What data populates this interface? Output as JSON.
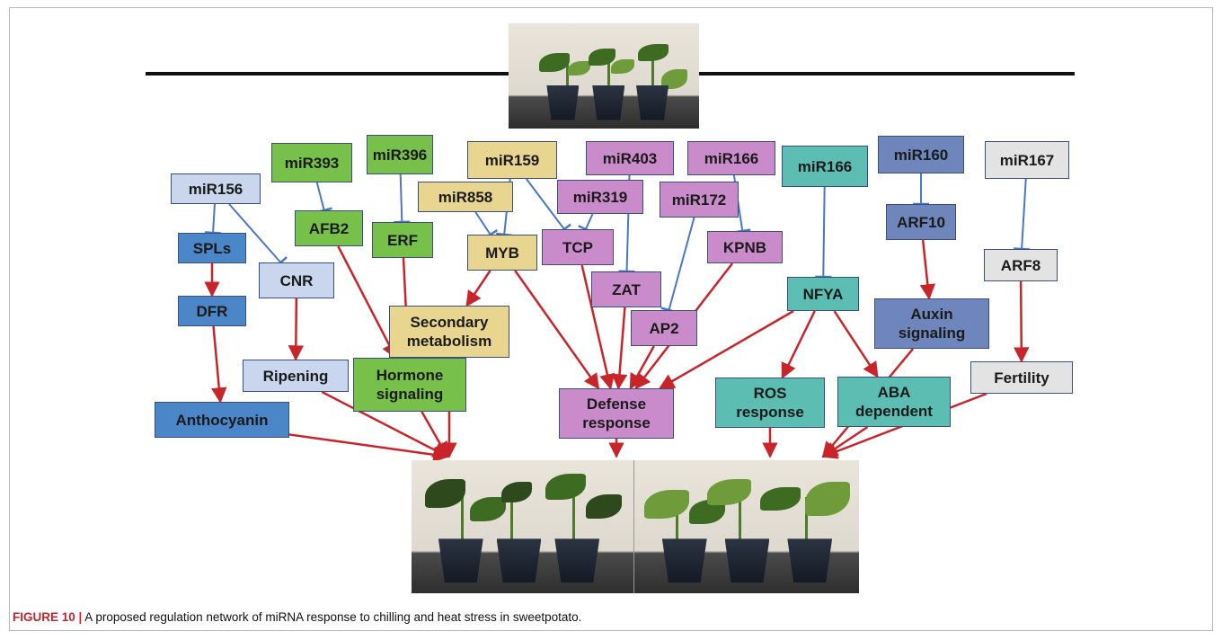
{
  "caption": {
    "label": "FIGURE 10 |",
    "text": " A proposed regulation network of miRNA response to chilling and heat stress in sweetpotato."
  },
  "colors": {
    "inhibit_edge": "#4a76c4",
    "activate_edge": "#c8252b",
    "group_lightblue": "#c9d6ee",
    "group_blue": "#4a86c8",
    "group_green": "#77c04a",
    "group_tan": "#e8d590",
    "group_purple": "#c98bc9",
    "group_teal": "#5cbdb3",
    "group_slate": "#6f86bd",
    "group_grey": "#e3e3e3"
  },
  "nodes": [
    {
      "id": "miR156",
      "label": "miR156",
      "group": "lightblue"
    },
    {
      "id": "SPLs",
      "label": "SPLs",
      "group": "blue"
    },
    {
      "id": "DFR",
      "label": "DFR",
      "group": "blue"
    },
    {
      "id": "Anthocyanin",
      "label": "Anthocyanin",
      "group": "blue"
    },
    {
      "id": "CNR",
      "label": "CNR",
      "group": "lightblue"
    },
    {
      "id": "Ripening",
      "label": "Ripening",
      "group": "lightblue"
    },
    {
      "id": "miR393",
      "label": "miR393",
      "group": "green"
    },
    {
      "id": "AFB2",
      "label": "AFB2",
      "group": "green"
    },
    {
      "id": "miR396",
      "label": "miR396",
      "group": "green"
    },
    {
      "id": "ERF",
      "label": "ERF",
      "group": "green"
    },
    {
      "id": "Hormone",
      "label": "Hormone signaling",
      "group": "green"
    },
    {
      "id": "miR159",
      "label": "miR159",
      "group": "tan"
    },
    {
      "id": "miR858",
      "label": "miR858",
      "group": "tan"
    },
    {
      "id": "MYB",
      "label": "MYB",
      "group": "tan"
    },
    {
      "id": "Secondary",
      "label": "Secondary metabolism",
      "group": "tan"
    },
    {
      "id": "miR403",
      "label": "miR403",
      "group": "purple"
    },
    {
      "id": "miR319",
      "label": "miR319",
      "group": "purple"
    },
    {
      "id": "TCP",
      "label": "TCP",
      "group": "purple"
    },
    {
      "id": "ZAT",
      "label": "ZAT",
      "group": "purple"
    },
    {
      "id": "miR172",
      "label": "miR172",
      "group": "purple"
    },
    {
      "id": "AP2",
      "label": "AP2",
      "group": "purple"
    },
    {
      "id": "miR166a",
      "label": "miR166",
      "group": "purple"
    },
    {
      "id": "KPNB",
      "label": "KPNB",
      "group": "purple"
    },
    {
      "id": "Defense",
      "label": "Defense response",
      "group": "purple"
    },
    {
      "id": "miR166b",
      "label": "miR166",
      "group": "teal"
    },
    {
      "id": "NFYA",
      "label": "NFYA",
      "group": "teal"
    },
    {
      "id": "ROS",
      "label": "ROS response",
      "group": "teal"
    },
    {
      "id": "ABA",
      "label": "ABA dependent",
      "group": "teal"
    },
    {
      "id": "miR160",
      "label": "miR160",
      "group": "slate"
    },
    {
      "id": "ARF10",
      "label": "ARF10",
      "group": "slate"
    },
    {
      "id": "Auxin",
      "label": "Auxin signaling",
      "group": "slate"
    },
    {
      "id": "miR167",
      "label": "miR167",
      "group": "grey"
    },
    {
      "id": "ARF8",
      "label": "ARF8",
      "group": "grey"
    },
    {
      "id": "Fertility",
      "label": "Fertility",
      "group": "grey"
    }
  ],
  "edges": [
    {
      "from": "miR156",
      "to": "SPLs",
      "type": "inhibit"
    },
    {
      "from": "miR156",
      "to": "CNR",
      "type": "inhibit"
    },
    {
      "from": "miR393",
      "to": "AFB2",
      "type": "inhibit"
    },
    {
      "from": "miR396",
      "to": "ERF",
      "type": "inhibit"
    },
    {
      "from": "miR858",
      "to": "MYB",
      "type": "inhibit"
    },
    {
      "from": "miR159",
      "to": "MYB",
      "type": "inhibit"
    },
    {
      "from": "miR159",
      "to": "TCP",
      "type": "inhibit"
    },
    {
      "from": "miR319",
      "to": "TCP",
      "type": "inhibit"
    },
    {
      "from": "miR403",
      "to": "ZAT",
      "type": "inhibit"
    },
    {
      "from": "miR172",
      "to": "AP2",
      "type": "inhibit"
    },
    {
      "from": "miR166a",
      "to": "KPNB",
      "type": "inhibit"
    },
    {
      "from": "miR166b",
      "to": "NFYA",
      "type": "inhibit"
    },
    {
      "from": "miR160",
      "to": "ARF10",
      "type": "inhibit"
    },
    {
      "from": "miR167",
      "to": "ARF8",
      "type": "inhibit"
    },
    {
      "from": "SPLs",
      "to": "DFR",
      "type": "activate"
    },
    {
      "from": "DFR",
      "to": "Anthocyanin",
      "type": "activate"
    },
    {
      "from": "CNR",
      "to": "Ripening",
      "type": "activate"
    },
    {
      "from": "AFB2",
      "to": "Hormone",
      "type": "activate"
    },
    {
      "from": "ERF",
      "to": "Hormone",
      "type": "activate"
    },
    {
      "from": "MYB",
      "to": "Secondary",
      "type": "activate"
    },
    {
      "from": "MYB",
      "to": "Defense",
      "type": "activate"
    },
    {
      "from": "TCP",
      "to": "Defense",
      "type": "activate"
    },
    {
      "from": "ZAT",
      "to": "Defense",
      "type": "activate"
    },
    {
      "from": "AP2",
      "to": "Defense",
      "type": "activate"
    },
    {
      "from": "KPNB",
      "to": "Defense",
      "type": "activate"
    },
    {
      "from": "NFYA",
      "to": "Defense",
      "type": "activate"
    },
    {
      "from": "NFYA",
      "to": "ROS",
      "type": "activate"
    },
    {
      "from": "NFYA",
      "to": "ABA",
      "type": "activate"
    },
    {
      "from": "ARF10",
      "to": "Auxin",
      "type": "activate"
    },
    {
      "from": "ARF8",
      "to": "Fertility",
      "type": "activate"
    },
    {
      "from": "Anthocyanin",
      "to": "bottom-photo",
      "type": "activate"
    },
    {
      "from": "Ripening",
      "to": "bottom-photo",
      "type": "activate"
    },
    {
      "from": "Hormone",
      "to": "bottom-photo",
      "type": "activate"
    },
    {
      "from": "Secondary",
      "to": "bottom-photo",
      "type": "activate"
    },
    {
      "from": "Defense",
      "to": "bottom-photo",
      "type": "activate"
    },
    {
      "from": "ROS",
      "to": "bottom-photo",
      "type": "activate"
    },
    {
      "from": "ABA",
      "to": "bottom-photo",
      "type": "activate"
    },
    {
      "from": "Auxin",
      "to": "bottom-photo",
      "type": "activate"
    },
    {
      "from": "Fertility",
      "to": "bottom-photo",
      "type": "activate"
    }
  ]
}
